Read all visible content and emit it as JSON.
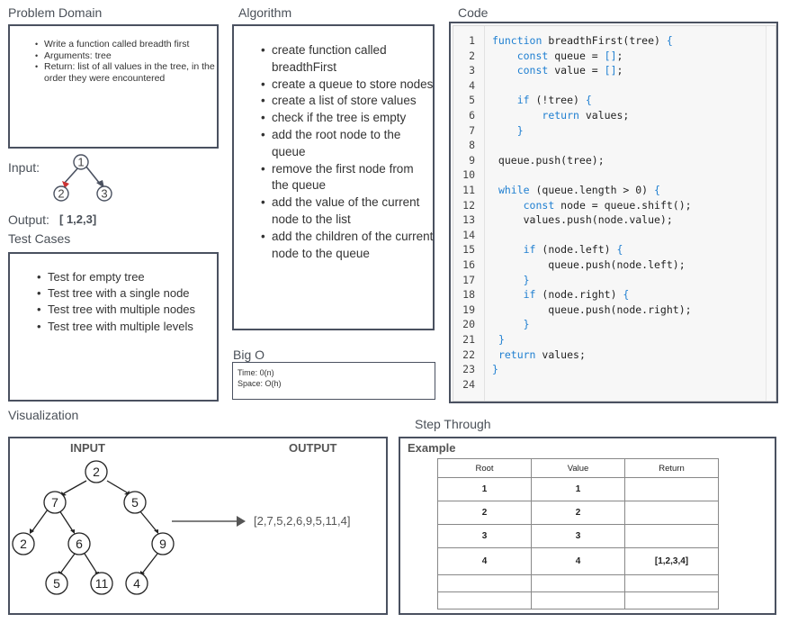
{
  "problem_domain": {
    "title": "Problem Domain",
    "items": [
      "Write a function called breadth first",
      "Arguments: tree",
      "Return: list of all values in the tree, in the order they were encountered"
    ]
  },
  "algorithm": {
    "title": "Algorithm",
    "items": [
      "create function called breadthFirst",
      "create a queue to store nodes",
      "create a list of store values",
      "check if the tree is empty",
      "add the root node to the queue",
      "remove the first node from the queue",
      "add the value of the current node to the list",
      "add the children of the current node to the queue"
    ]
  },
  "code": {
    "title": "Code",
    "lines": [
      "function breadthFirst(tree) {",
      "    const queue = [];",
      "    const value = [];",
      "",
      "    if (!tree) {",
      "        return values;",
      "    }",
      "",
      " queue.push(tree);",
      "",
      " while (queue.length > 0) {",
      "     const node = queue.shift();",
      "     values.push(node.value);",
      "",
      "     if (node.left) {",
      "         queue.push(node.left);",
      "     }",
      "     if (node.right) {",
      "         queue.push(node.right);",
      "     }",
      " }",
      " return values;",
      "}",
      ""
    ]
  },
  "input_example": {
    "label": "Input:",
    "nodes": [
      "1",
      "2",
      "3"
    ]
  },
  "output_example": {
    "label": "Output:",
    "value": "[ 1,2,3]"
  },
  "test_cases": {
    "title": "Test Cases",
    "items": [
      "Test for empty tree",
      "Test tree with a single node",
      "Test tree with multiple nodes",
      "Test tree with multiple levels"
    ]
  },
  "big_o": {
    "title": "Big O",
    "time": "Time: 0(n)",
    "space": "Space: O(h)"
  },
  "visualization": {
    "title": "Visualization",
    "input_label": "INPUT",
    "output_label": "OUTPUT",
    "nodes": [
      "2",
      "7",
      "5",
      "2",
      "6",
      "9",
      "5",
      "11",
      "4"
    ],
    "output": "[2,7,5,2,6,9,5,11,4]"
  },
  "step_through": {
    "title": "Step Through",
    "example_label": "Example",
    "headers": [
      "Root",
      "Value",
      "Return"
    ],
    "rows": [
      [
        "1",
        "1",
        ""
      ],
      [
        "2",
        "2",
        ""
      ],
      [
        "3",
        "3",
        ""
      ],
      [
        "4",
        "4",
        "[1,2,3,4]"
      ],
      [
        "",
        "",
        ""
      ],
      [
        "",
        "",
        ""
      ]
    ]
  },
  "colors": {
    "border": "#4a5160",
    "code_keyword": "#1f7fd1",
    "accent_red": "#cc3333"
  }
}
